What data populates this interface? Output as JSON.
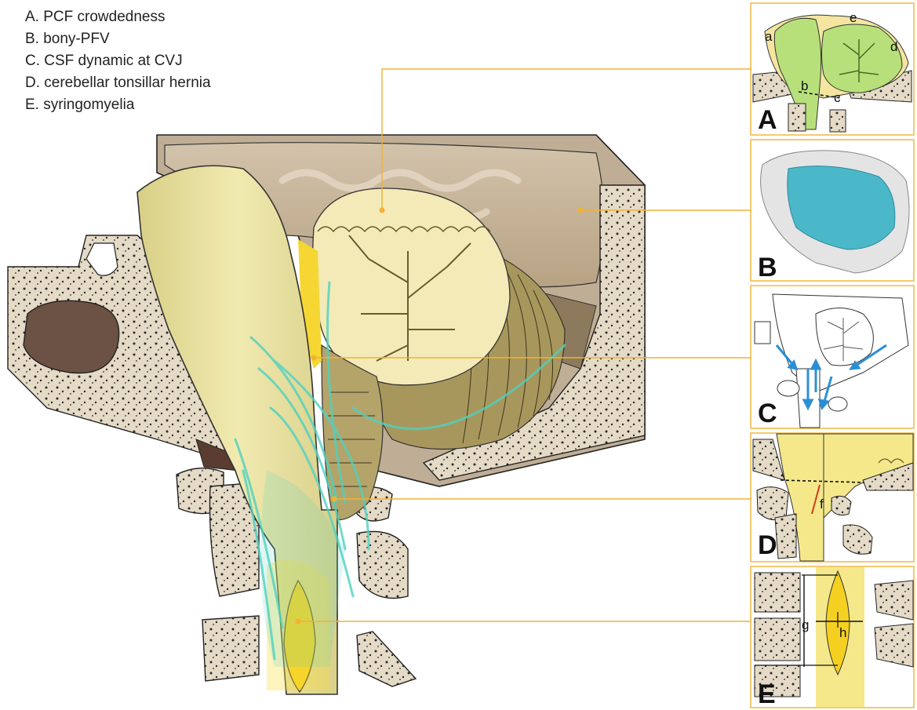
{
  "legend": [
    "A. PCF crowdedness",
    "B. bony-PFV",
    "C. CSF dynamic at CVJ",
    "D. cerebellar tonsillar hernia",
    "E. syringomyelia"
  ],
  "panels": {
    "A": {
      "letter": "A",
      "labels": [
        "a",
        "b",
        "c",
        "d",
        "e"
      ]
    },
    "B": {
      "letter": "B"
    },
    "C": {
      "letter": "C"
    },
    "D": {
      "letter": "D",
      "labels": [
        "f"
      ]
    },
    "E": {
      "letter": "E",
      "labels": [
        "g",
        "h"
      ]
    }
  },
  "colors": {
    "connector": "#f2b233",
    "bone": "#e2d8c4",
    "brainstem": "#efe7a6",
    "cerebellum": "#efe6b8",
    "folia": "#9a8a4e",
    "csf": "#4fd1c0",
    "syrinx": "#f5d020",
    "brain": "#c9b79e",
    "pfv": "#4bb8c9",
    "crowd_green": "#b7e07a",
    "csf_arrow": "#2b8fd6"
  }
}
